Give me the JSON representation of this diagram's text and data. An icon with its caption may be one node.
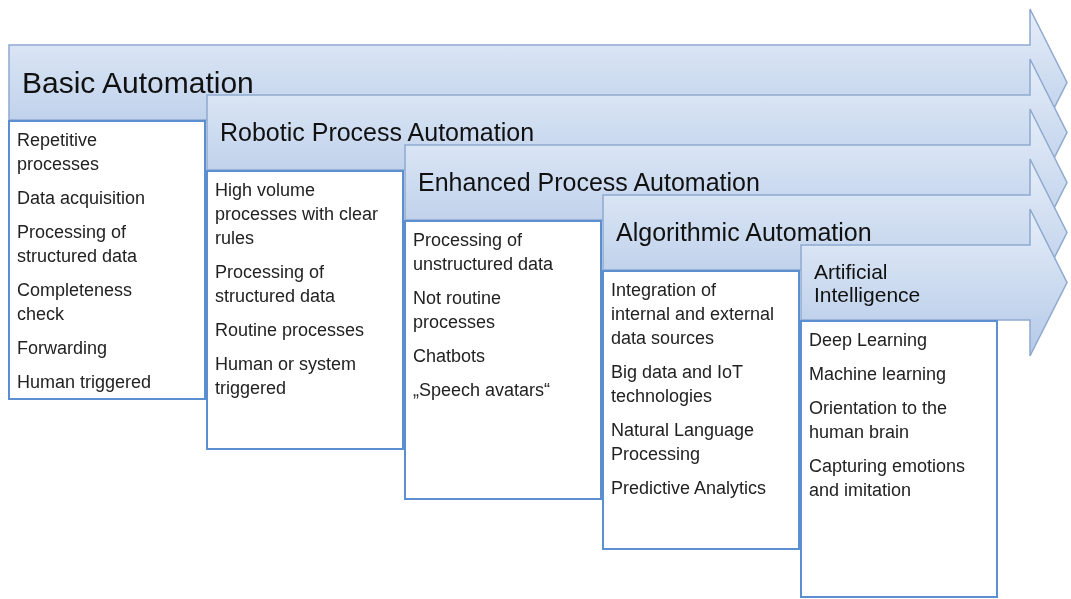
{
  "diagram": {
    "nodes": [
      {
        "text": [
          "Basic Automation"
        ]
      },
      {
        "text": [
          "Repetitive processes",
          "Data acquisition",
          "Processing of structured data",
          "Completeness check",
          "Forwarding",
          "Human triggered"
        ]
      },
      {
        "text": [
          "Robotic Process Automation"
        ]
      },
      {
        "text": [
          "High volume processes with clear rules",
          "Processing of structured data",
          "Routine processes",
          "Human or system triggered"
        ]
      },
      {
        "text": [
          "Enhanced Process Automation"
        ]
      },
      {
        "text": [
          "Processing of unstructured data",
          "Not routine processes",
          "Chatbots",
          "„Speech avatars“"
        ]
      },
      {
        "text": [
          "Algorithmic Automation"
        ]
      },
      {
        "text": [
          "Integration of internal and external data sources",
          "Big data and IoT technologies",
          "Natural Language Processing",
          "Predictive Analytics"
        ]
      },
      {
        "text": [
          "Artificial Intelligence"
        ]
      },
      {
        "text": [
          "Deep Learning",
          "Machine learning",
          "Orientation to the human brain",
          "Capturing emotions and imitation"
        ]
      }
    ]
  }
}
